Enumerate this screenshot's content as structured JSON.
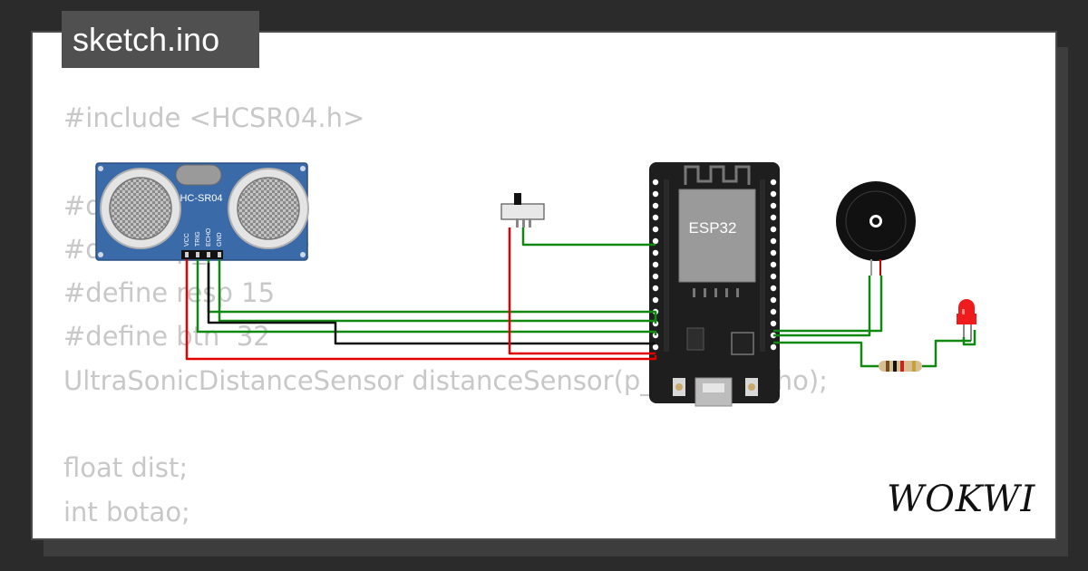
{
  "tab": {
    "filename": "sketch.ino"
  },
  "code_lines": [
    "#include <HCSR04.h>",
    "",
    "#define p_trig 13",
    "#define p_echo 12",
    "#define resp 15",
    "#define btn  32",
    "UltraSonicDistanceSensor distanceSensor(p_trig, p_echo);",
    "",
    "float dist;",
    "int botao;"
  ],
  "parts": {
    "sensor_label": "HC-SR04",
    "sensor_pins": [
      "VCC",
      "TRIG",
      "ECHO",
      "GND"
    ],
    "board_label": "ESP32"
  },
  "brand": {
    "logo_text": "WOKWI"
  },
  "colors": {
    "green_wire": "#118811",
    "red_wire": "#e00000",
    "black_wire": "#111111",
    "board": "#1e1e1e",
    "sensor": "#3b6aa8",
    "chip": "#9a9a9a"
  }
}
